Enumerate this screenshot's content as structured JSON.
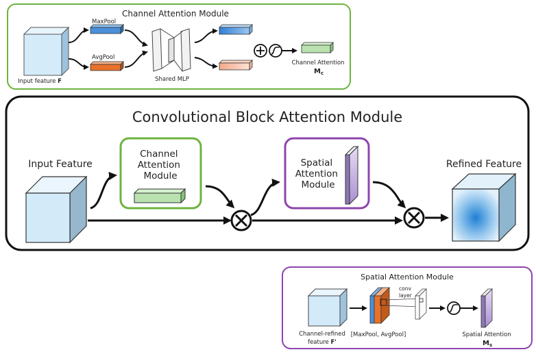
{
  "channel_module": {
    "title": "Channel Attention Module",
    "input_label": "Input feature",
    "input_symbol": "F",
    "maxpool_label": "MaxPool",
    "avgpool_label": "AvgPool",
    "mlp_label": "Shared MLP",
    "output_label": "Channel Attention",
    "output_symbol": "M",
    "output_subscript": "c",
    "colors": {
      "border": "#6db33f",
      "maxpool": "#4a90d9",
      "avgpool": "#e8722a",
      "output": "#b9e2b0"
    }
  },
  "cbam": {
    "title": "Convolutional Block Attention Module",
    "input_label": "Input Feature",
    "channel_box_label": [
      "Channel",
      "Attention",
      "Module"
    ],
    "spatial_box_label": [
      "Spatial",
      "Attention",
      "Module"
    ],
    "output_label": "Refined Feature",
    "colors": {
      "channel_border": "#6db33f",
      "spatial_border": "#8e44ad",
      "cube": "#cfe6f7",
      "refined_center": "#1f7fd4"
    }
  },
  "spatial_module": {
    "title": "Spatial Attention Module",
    "input_label_line1": "Channel-refined",
    "input_label_line2": "feature",
    "input_symbol": "F'",
    "pool_label": "[MaxPool, AvgPool]",
    "conv_label_line1": "conv",
    "conv_label_line2": "layer",
    "output_label": "Spatial Attention",
    "output_symbol": "M",
    "output_subscript": "s",
    "colors": {
      "border": "#8e44ad",
      "output": "#c7b6e2"
    }
  },
  "icons": [
    "multiply-icon",
    "add-icon",
    "sigmoid-icon"
  ]
}
